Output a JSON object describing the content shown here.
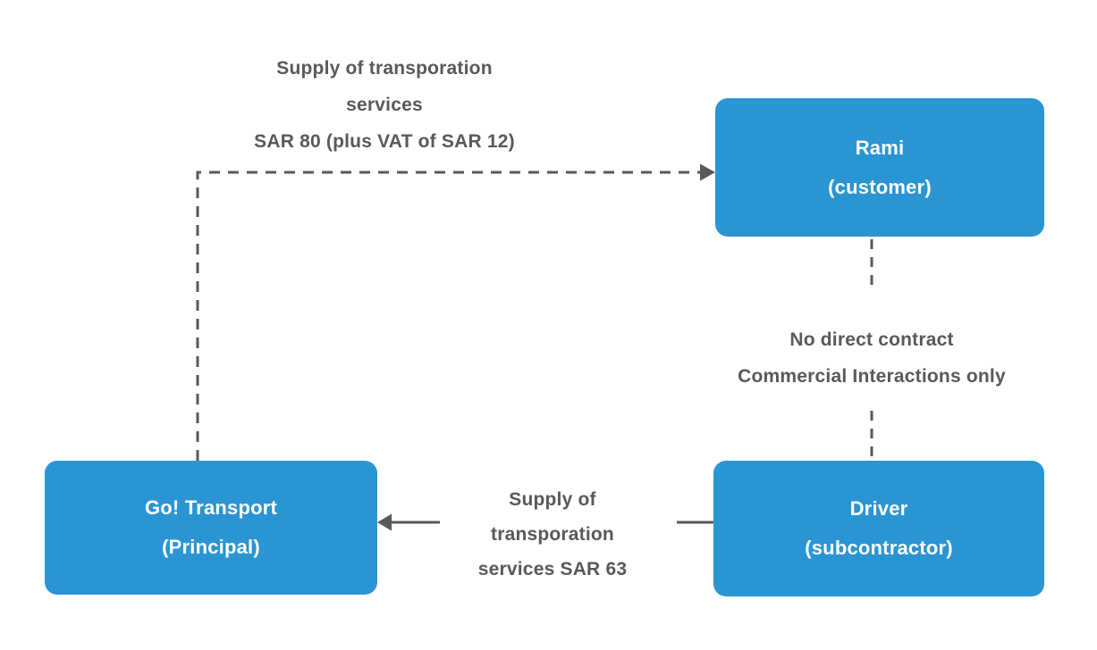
{
  "diagram": {
    "nodes": {
      "rami": {
        "line1": "Rami",
        "line2": "(customer)"
      },
      "go": {
        "line1": "Go! Transport",
        "line2": "(Principal)"
      },
      "driver": {
        "line1": "Driver",
        "line2": "(subcontractor)"
      }
    },
    "edges": {
      "principal_to_customer": {
        "style": "dashed-arrow",
        "line1": "Supply of transporation",
        "line2": "services",
        "line3": "SAR 80 (plus VAT of SAR 12)"
      },
      "customer_to_subcontractor": {
        "style": "dashed-line",
        "line1": "No direct contract",
        "line2": "Commercial Interactions only"
      },
      "subcontractor_to_principal": {
        "style": "solid-arrow",
        "line1": "Supply of",
        "line2": "transporation",
        "line3": "services SAR 63"
      }
    },
    "colors": {
      "node_fill": "#2a95d3",
      "node_text": "#ffffff",
      "connector": "#595959",
      "bg": "#ffffff"
    }
  }
}
